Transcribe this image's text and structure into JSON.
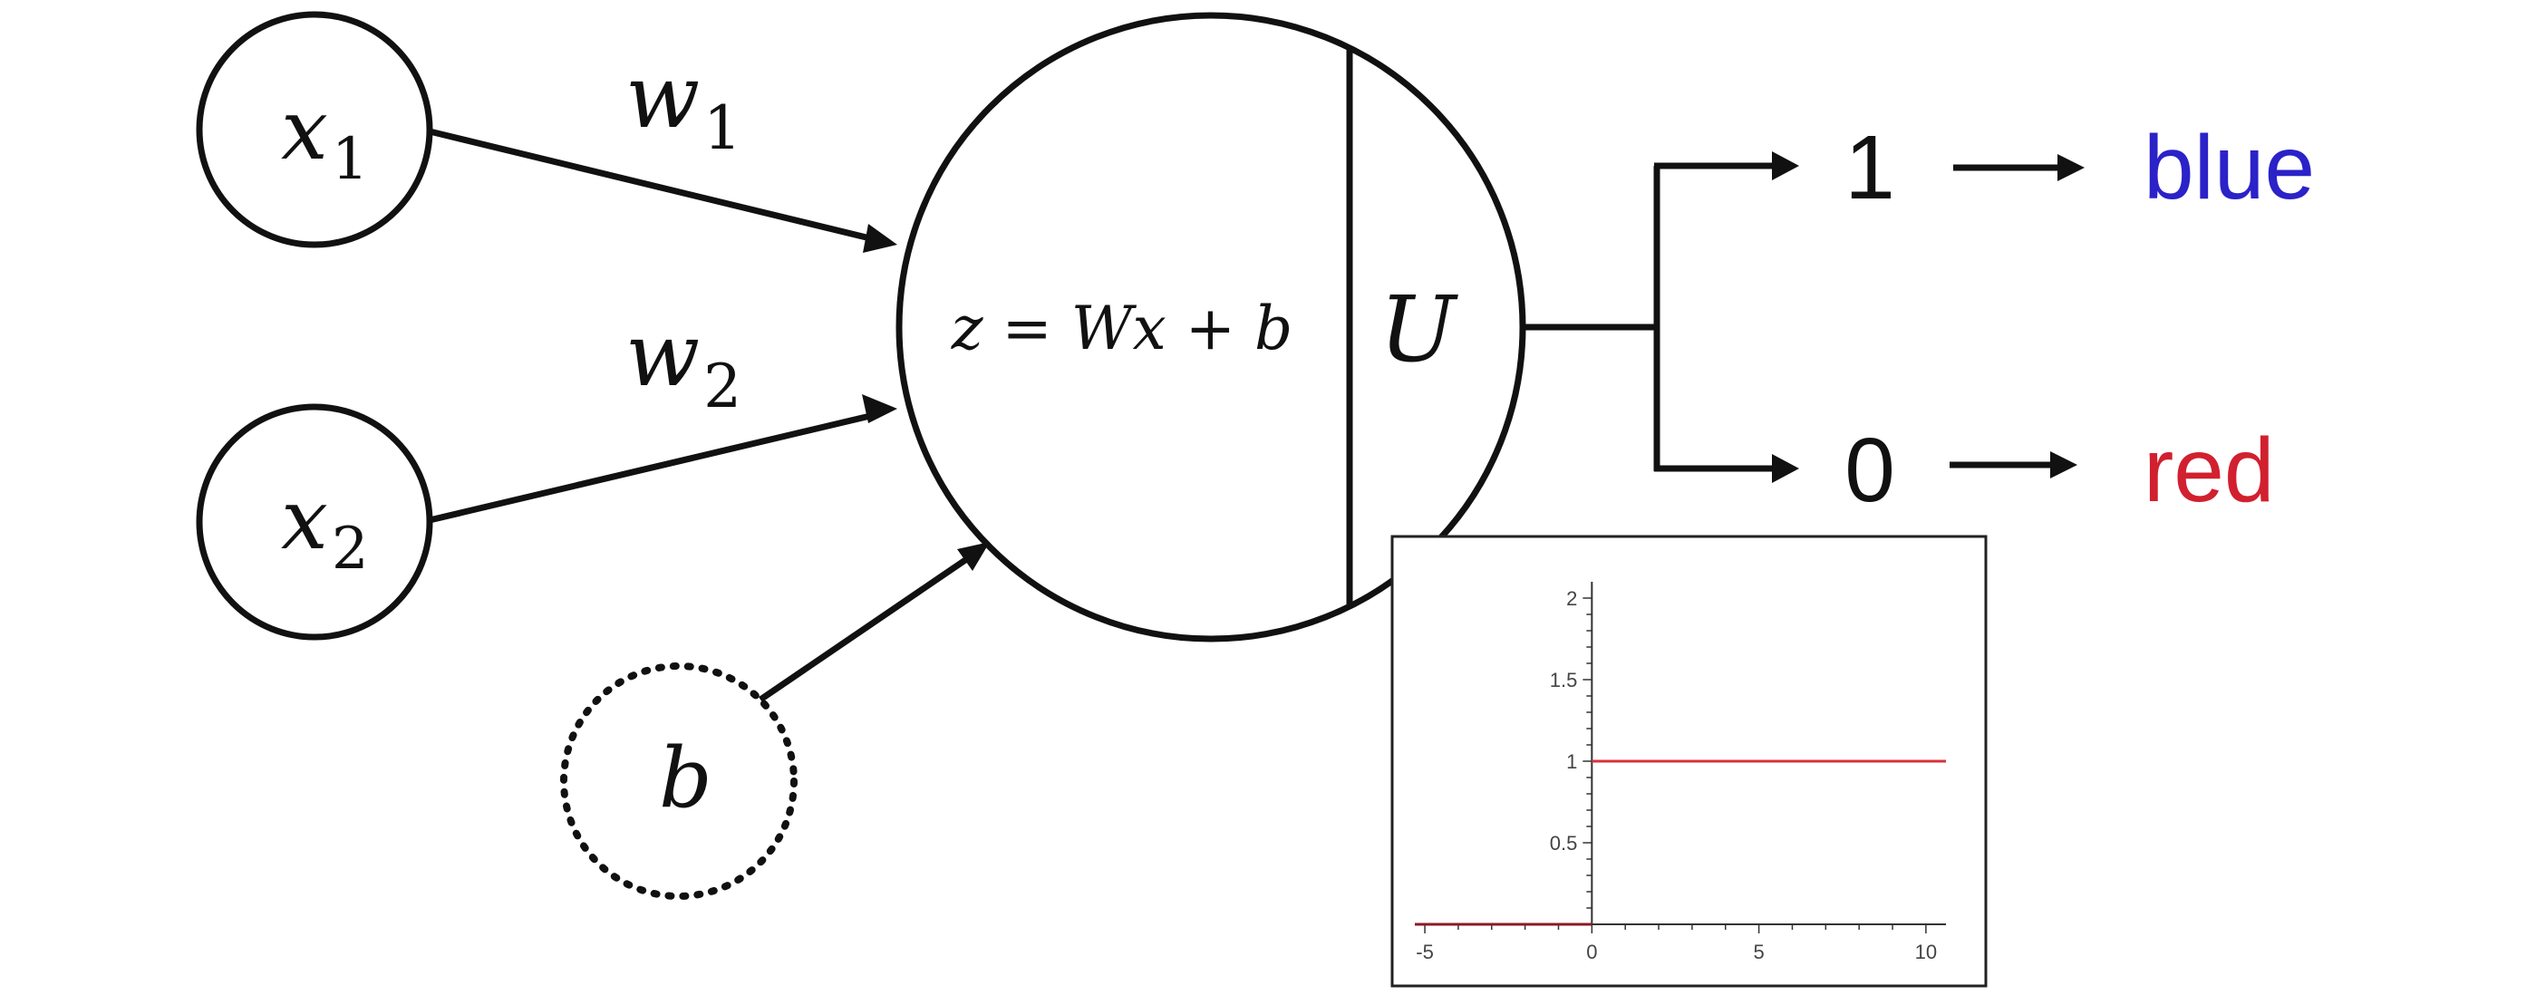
{
  "inputs": {
    "x1": {
      "base": "x",
      "sub": "1"
    },
    "x2": {
      "base": "x",
      "sub": "2"
    },
    "bias": "b"
  },
  "weights": {
    "w1": {
      "base": "w",
      "sub": "1"
    },
    "w2": {
      "base": "w",
      "sub": "2"
    }
  },
  "neuron": {
    "equation": "z = Wx + b",
    "activation": "U"
  },
  "outputs": [
    {
      "value": "1",
      "label": "blue",
      "color": "#2b22c8"
    },
    {
      "value": "0",
      "label": "red",
      "color": "#d1202f"
    }
  ],
  "chart_data": {
    "type": "line",
    "x_ticks": [
      "-5",
      "0",
      "5",
      "10"
    ],
    "y_ticks": [
      "0.5",
      "1",
      "1.5",
      "2"
    ],
    "xlim": [
      -5.3,
      10.6
    ],
    "ylim": [
      0,
      2.1
    ],
    "series": [
      {
        "x": [
          -5.3,
          0
        ],
        "y": [
          0,
          0
        ],
        "color": "#8b1a24"
      },
      {
        "x": [
          0,
          10.6
        ],
        "y": [
          1,
          1
        ],
        "color": "#d9323c"
      }
    ]
  }
}
